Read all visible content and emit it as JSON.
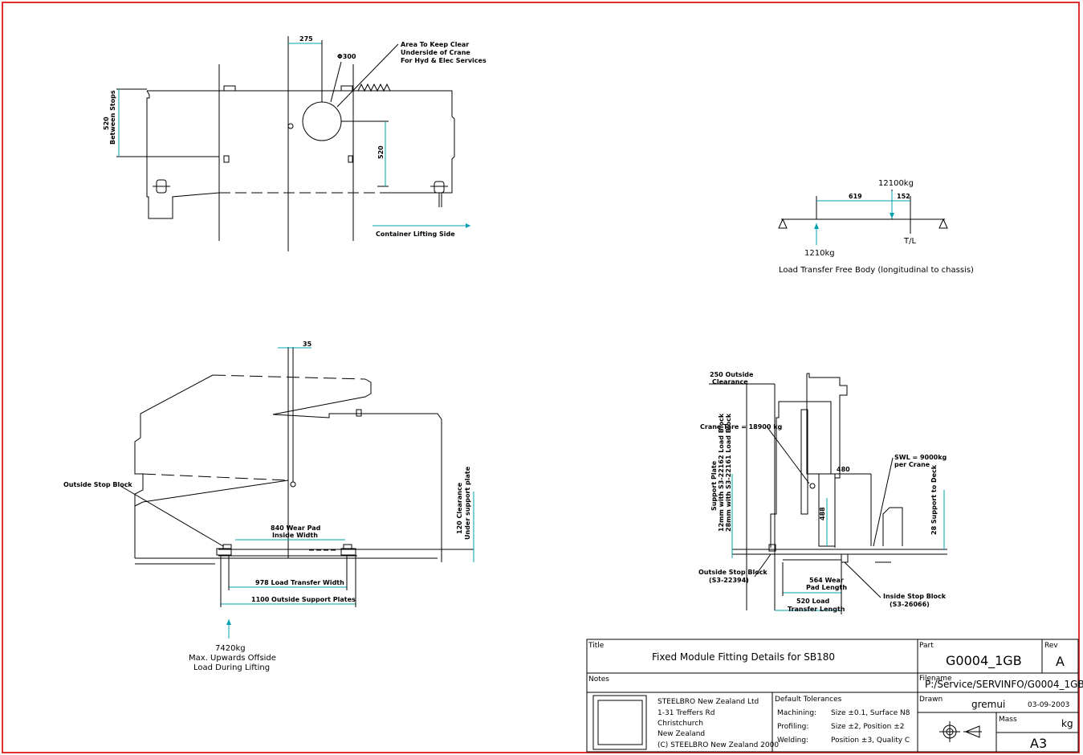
{
  "colors": {
    "border": "#e03131",
    "line": "#000000",
    "dim": "#00a0b0"
  },
  "top_left_view": {
    "dim_275": "275",
    "dia_300": "Φ300",
    "note_line1": "Area To Keep Clear",
    "note_line2": "Underside of Crane",
    "note_line3": "For Hyd & Elec Services",
    "between_stops_value": "520",
    "between_stops_label": "Between Stops",
    "dim_520": "520",
    "container_lifting_side": "Container Lifting Side"
  },
  "free_body": {
    "load_top": "12100kg",
    "dim_619": "619",
    "dim_152": "152",
    "load_bottom": "1210kg",
    "tl_label": "T/L",
    "caption": "Load Transfer Free Body (longitudinal to chassis)"
  },
  "bottom_left_view": {
    "dim_35": "35",
    "outside_stop_block": "Outside Stop Block",
    "wear_pad_line1": "840 Wear Pad",
    "wear_pad_line2": "Inside Width",
    "load_transfer_width": "978 Load Transfer Width",
    "outside_support_plates": "1100 Outside Support Plates",
    "clearance_line1": "120 Clearance",
    "clearance_line2": "Under support plate",
    "uplift_line1": "7420kg",
    "uplift_line2": "Max. Upwards Offside",
    "uplift_line3": "Load During Lifting"
  },
  "bottom_right_view": {
    "outside_clearance_line1": "250 Outside",
    "outside_clearance_line2": "Clearance",
    "crane_tare": "Crane Tare = 18900 kg",
    "swl_line1": "SWL = 9000kg",
    "swl_line2": "per Crane",
    "dim_480": "480",
    "dim_488": "488",
    "support_plate_line1": "Support Plate",
    "support_plate_line2": "12mm with S3-22162 Load Block",
    "support_plate_line3": "28mm with S3-22161 Load Block",
    "support_to_deck": "28 Support to Deck",
    "outside_stop_line1": "Outside Stop Block",
    "outside_stop_line2": "(S3-22394)",
    "wear_pad_line1": "564 Wear",
    "wear_pad_line2": "Pad Length",
    "load_transfer_line1": "520 Load",
    "load_transfer_line2": "Transfer Length",
    "inside_stop_line1": "Inside Stop Block",
    "inside_stop_line2": "(S3-26066)"
  },
  "title_block": {
    "title_label": "Title",
    "title": "Fixed Module Fitting Details for SB180",
    "part_label": "Part",
    "part": "G0004_1GB",
    "rev_label": "Rev",
    "rev": "A",
    "notes_label": "Notes",
    "filename_label": "Filename",
    "filename": "P:/Service/SERVINFO/G0004_1GB",
    "company_line1": "STEELBRO New Zealand Ltd",
    "company_line2": "1-31 Treffers Rd",
    "company_line3": "Christchurch",
    "company_line4": "New Zealand",
    "company_line5": "(C) STEELBRO New Zealand 2000",
    "tolerances_title": "Default Tolerances",
    "machining_label": "Machining:",
    "machining_value": "Size ±0.1, Surface N8",
    "profiling_label": "Profiling:",
    "profiling_value": "Size ±2, Position ±2",
    "welding_label": "Welding:",
    "welding_value": "Position ±3, Quality C",
    "drawn_label": "Drawn",
    "drawn_by": "gremui",
    "drawn_date": "03-09-2003",
    "mass_label": "Mass",
    "mass_unit": "kg",
    "sheet_size": "A3",
    "projection_icon": "third-angle-projection-icon"
  }
}
